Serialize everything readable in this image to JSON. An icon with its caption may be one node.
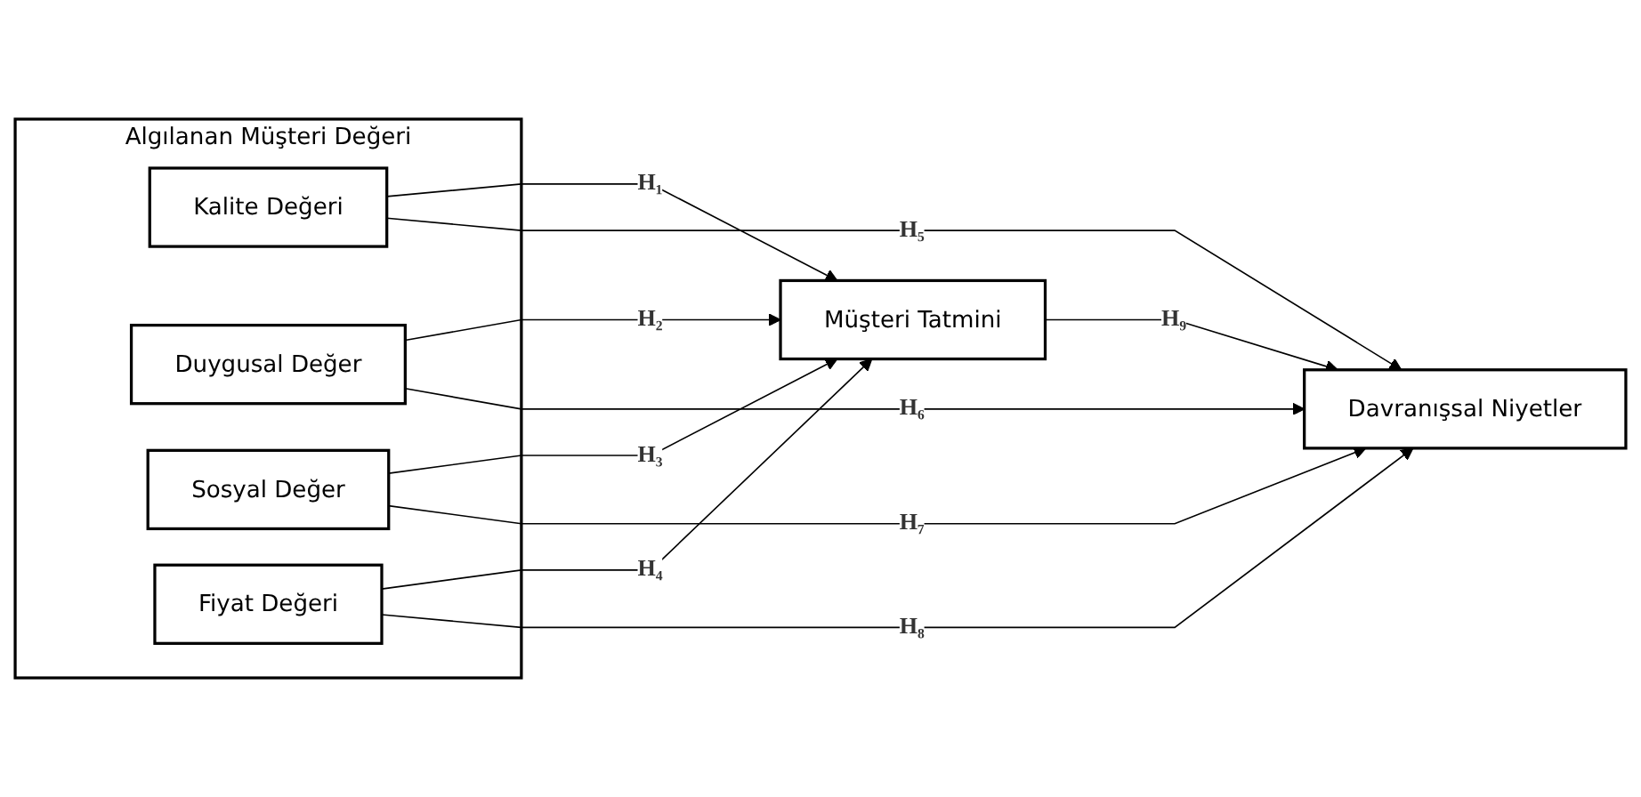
{
  "diagram": {
    "nodes": [
      {
        "text": [
          "Algılanan Müşteri Değeri"
        ]
      },
      {
        "text": [
          "Kalite Değeri"
        ],
        "in": 0
      },
      {
        "text": [
          "Duygusal Değer"
        ],
        "in": 0
      },
      {
        "text": [
          "Sosyal Değer"
        ],
        "in": 0
      },
      {
        "text": [
          "Fiyat Değeri"
        ],
        "in": 0
      },
      {
        "text": [
          "Müşteri Tatmini"
        ]
      },
      {
        "text": [
          "Davranışsal Niyetler"
        ]
      }
    ],
    "edges": [
      {
        "from": 1,
        "to": 5,
        "arrow": "to",
        "label": "H₁"
      },
      {
        "from": 2,
        "to": 5,
        "arrow": "to",
        "label": "H₂"
      },
      {
        "from": 3,
        "to": 5,
        "arrow": "to",
        "label": "H₃"
      },
      {
        "from": 4,
        "to": 5,
        "arrow": "to",
        "label": "H₄"
      },
      {
        "from": 1,
        "to": 6,
        "arrow": "to",
        "label": "H₅"
      },
      {
        "from": 2,
        "to": 6,
        "arrow": "to",
        "label": "H₆"
      },
      {
        "from": 3,
        "to": 6,
        "arrow": "to",
        "label": "H₇"
      },
      {
        "from": 4,
        "to": 6,
        "arrow": "to",
        "label": "H₈"
      },
      {
        "from": 5,
        "to": 6,
        "arrow": "to",
        "label": "H₉"
      }
    ]
  }
}
